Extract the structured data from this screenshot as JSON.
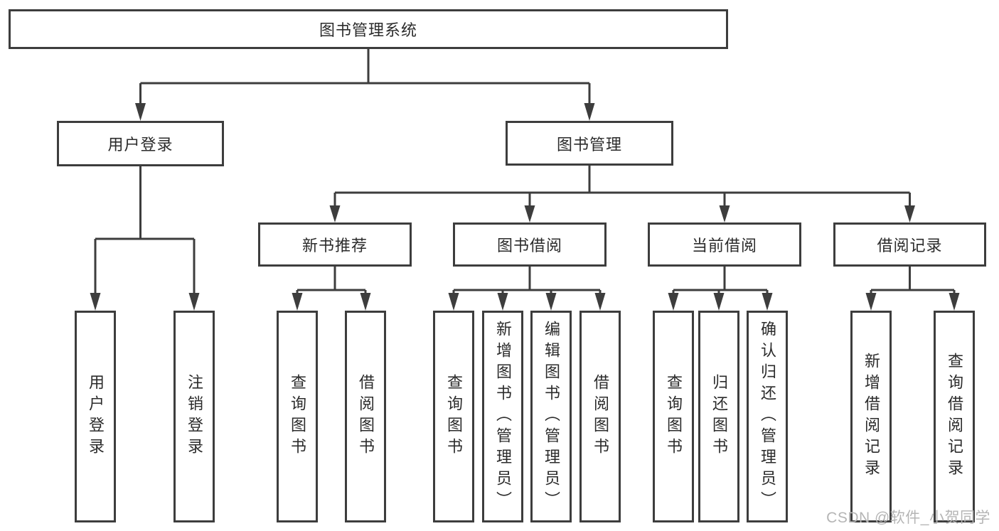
{
  "colors": {
    "line": "#3d3d3d",
    "box-border": "#3d3d3d",
    "box-bg": "#ffffff",
    "text": "#2b2b2b",
    "watermark": "#b5b5b5",
    "canvas-bg": "#ffffff"
  },
  "watermark": {
    "text": "CSDN @软件_小贺同学"
  },
  "tree": {
    "root": {
      "label": "图书管理系统"
    },
    "branches": [
      {
        "label": "用户登录"
      },
      {
        "label": "图书管理"
      }
    ],
    "modules": [
      {
        "label": "新书推荐"
      },
      {
        "label": "图书借阅"
      },
      {
        "label": "当前借阅"
      },
      {
        "label": "借阅记录"
      }
    ],
    "leaves": {
      "user_login": [
        {
          "label": "用户登录"
        },
        {
          "label": "注销登录"
        }
      ],
      "new_book": [
        {
          "label": "查询图书"
        },
        {
          "label": "借阅图书"
        }
      ],
      "book_borrow": [
        {
          "label": "查询图书"
        },
        {
          "label": "新增图书（管理员）"
        },
        {
          "label": "编辑图书（管理员）"
        },
        {
          "label": "借阅图书"
        }
      ],
      "current_borrow": [
        {
          "label": "查询图书"
        },
        {
          "label": "归还图书"
        },
        {
          "label": "确认归还（管理员）"
        }
      ],
      "borrow_record": [
        {
          "label": "新增借阅记录"
        },
        {
          "label": "查询借阅记录"
        }
      ]
    }
  }
}
